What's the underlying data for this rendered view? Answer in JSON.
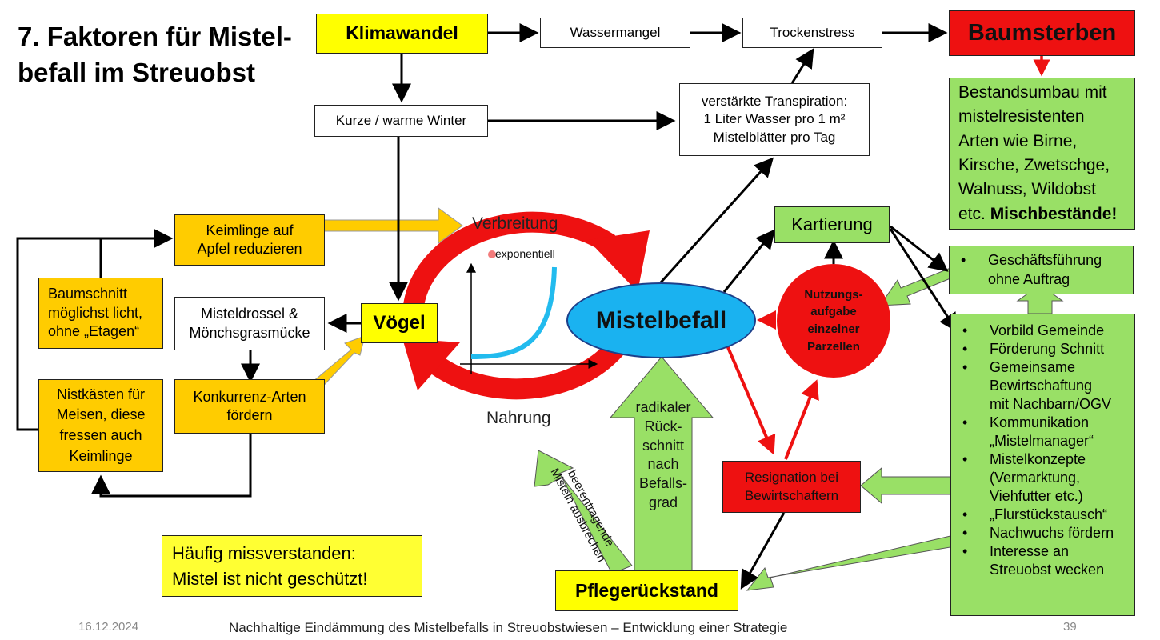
{
  "title": "7. Faktoren für Mistel-\nbefall im Streuobst",
  "nodes": {
    "klimawandel": "Klimawandel",
    "wassermangel": "Wassermangel",
    "trockenstress": "Trockenstress",
    "baumsterben": "Baumsterben",
    "winter": "Kurze / warme Winter",
    "transpiration": "verstärkte Transpiration:\n1 Liter Wasser pro 1 m²\nMistelblätter pro Tag",
    "bestandsumbau": "Bestandsumbau mit\nmistelresistenten\nArten wie Birne,\nKirsche, Zwetschge,\nWalnuss, Wildobst\netc. ",
    "bestandsumbau_bold": "Mischbestände!",
    "keimlinge": "Keimlinge auf\nApfel reduzieren",
    "baumschnitt": "Baumschnitt\nmöglichst licht,\nohne „Etagen“",
    "misteldrossel": "Misteldrossel &\nMönchsgrasmücke",
    "voegel": "Vögel",
    "konkurrenz": "Konkurrenz-Arten\nfördern",
    "nistkaesten": "Nistkästen für\nMeisen, diese\nfressen auch\nKeimlinge",
    "mistelbefall": "Mistelbefall",
    "kartierung": "Kartierung",
    "nutzungsaufgabe": "Nutzungs-\naufgabe\neinzelner\nParzellen",
    "resignation": "Resignation bei\nBewirtschaftern",
    "pflegerueckstand": "Pflegerückstand",
    "missverstanden": "Häufig missverstanden:\nMistel ist nicht geschützt!"
  },
  "cycle": {
    "verbreitung": "Verbreitung",
    "nahrung": "Nahrung",
    "exponentiell": "exponentiell"
  },
  "arrow_labels": {
    "rueckschnitt": "radikaler\nRück-\nschnitt\nnach\nBefalls-\ngrad",
    "beerentragende": "beerentragende\nMisteln ausbrechen"
  },
  "lists": {
    "gf": [
      "Geschäftsführung\nohne Auftrag"
    ],
    "measures": [
      "Vorbild Gemeinde",
      "Förderung Schnitt",
      "Gemeinsame\nBewirtschaftung\nmit Nachbarn/OGV",
      "Kommunikation\n„Mistelmanager“",
      "Mistelkonzepte\n(Vermarktung,\nViehfutter etc.)",
      "„Flurstückstausch“",
      "Nachwuchs fördern",
      "Interesse an\nStreuobst wecken"
    ]
  },
  "footer": {
    "date": "16.12.2024",
    "subtitle": "Nachhaltige Eindämmung des Mistelbefalls in Streuobstwiesen – Entwicklung einer Strategie",
    "page": "39"
  },
  "colors": {
    "yellow": "#ffff00",
    "orange": "#ffcc00",
    "green": "#99e066",
    "red": "#ee1111",
    "blue": "#1ab2f0",
    "curve": "#22bbee"
  }
}
